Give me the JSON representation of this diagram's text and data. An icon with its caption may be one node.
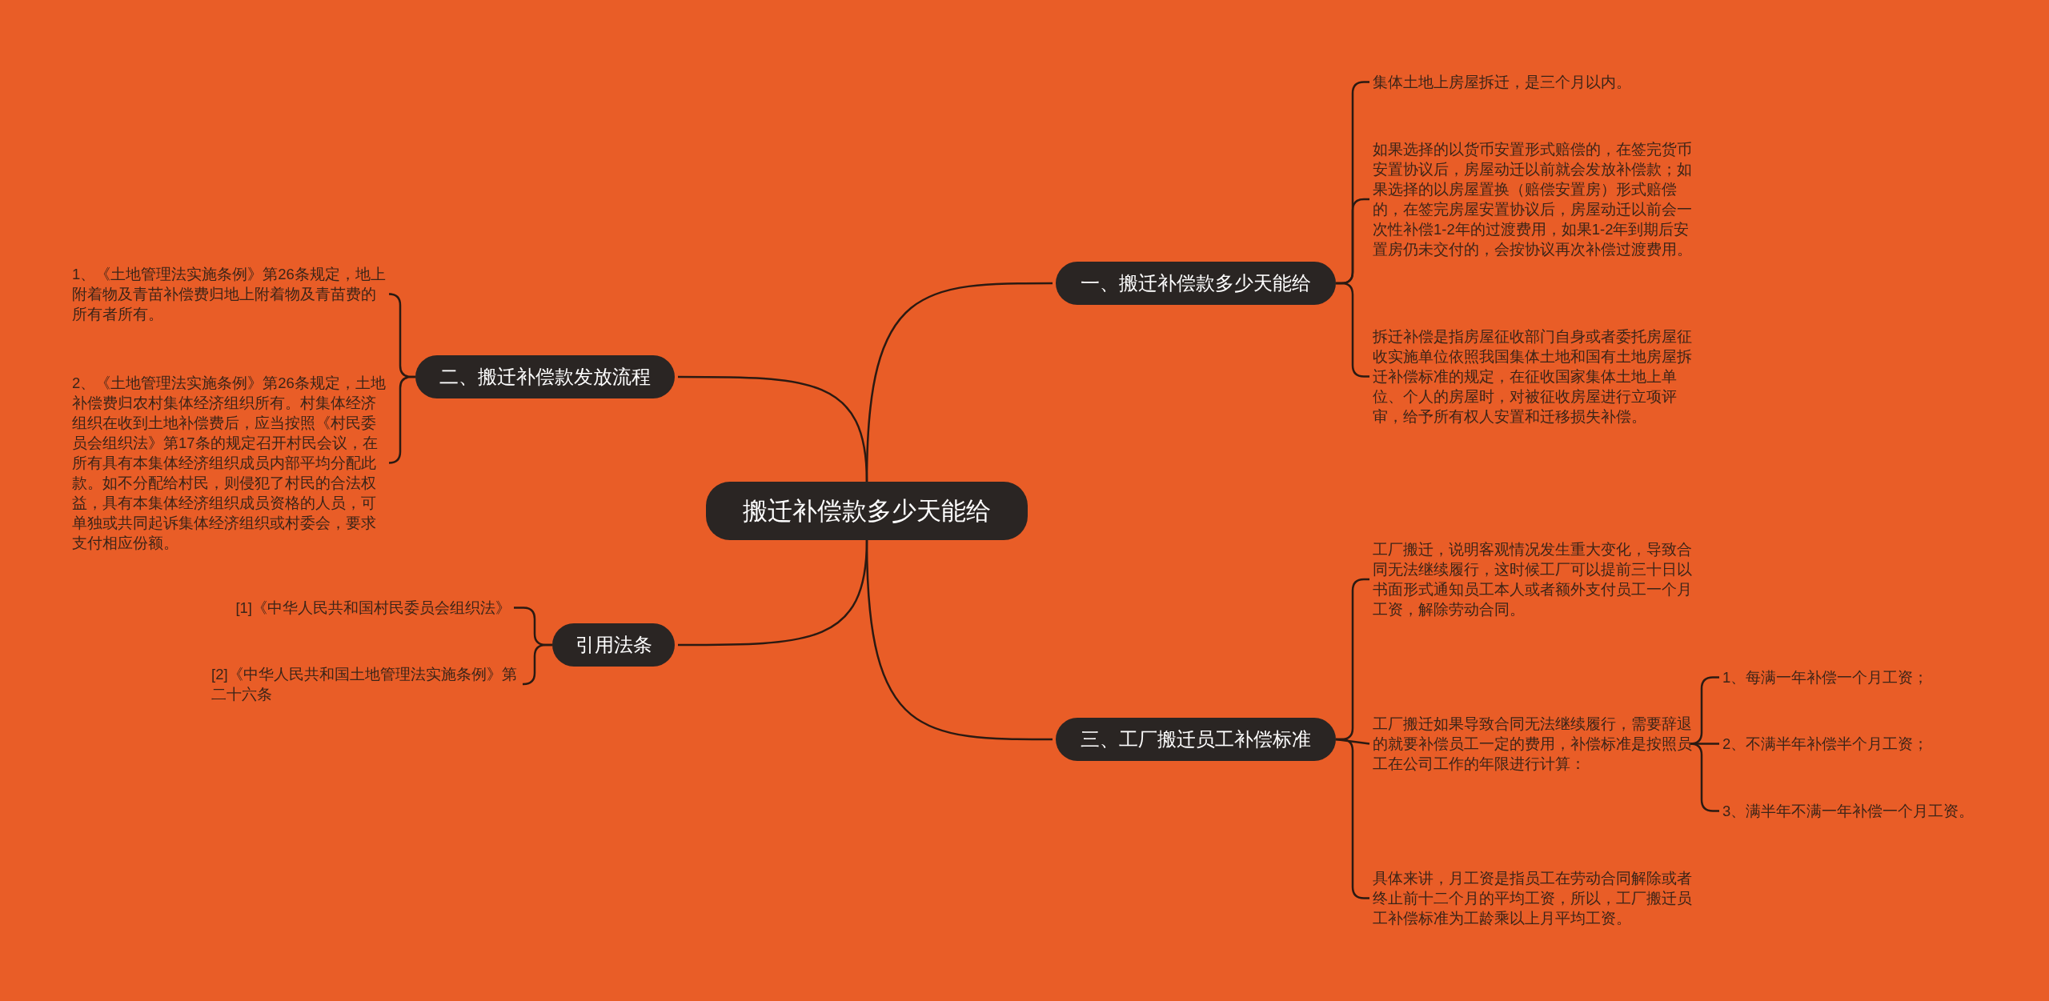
{
  "diagram": {
    "nodes": [
      {
        "text": [
          "搬迁补偿款多少天能给"
        ]
      },
      {
        "text": [
          "一、搬迁补偿款多少天能给"
        ]
      },
      {
        "text": [
          "集体土地上房屋拆迁，是三个月以内。"
        ]
      },
      {
        "text": [
          "如果选择的以货币安置形式赔偿的，在签完货币安置协议后，房屋动迁以前就会发放补偿款；如果选择的以房屋置换（赔偿安置房）形式赔偿的，在签完房屋安置协议后，房屋动迁以前会一次性补偿1-2年的过渡费用，如果1-2年到期后安置房仍未交付的，会按协议再次补偿过渡费用。"
        ]
      },
      {
        "text": [
          "拆迁补偿是指房屋征收部门自身或者委托房屋征收实施单位依照我国集体土地和国有土地房屋拆迁补偿标准的规定，在征收国家集体土地上单位、个人的房屋时，对被征收房屋进行立项评审，给予所有权人安置和迁移损失补偿。"
        ]
      },
      {
        "text": [
          "二、搬迁补偿款发放流程"
        ]
      },
      {
        "text": [
          "1、《土地管理法实施条例》第26条规定，地上附着物及青苗补偿费归地上附着物及青苗费的所有者所有。"
        ]
      },
      {
        "text": [
          "2、《土地管理法实施条例》第26条规定，土地补偿费归农村集体经济组织所有。村集体经济组织在收到土地补偿费后，应当按照《村民委员会组织法》第17条的规定召开村民会议，在所有具有本集体经济组织成员内部平均分配此款。如不分配给村民，则侵犯了村民的合法权益，具有本集体经济组织成员资格的人员，可单独或共同起诉集体经济组织或村委会，要求支付相应份额。"
        ]
      },
      {
        "text": [
          "三、工厂搬迁员工补偿标准"
        ]
      },
      {
        "text": [
          "工厂搬迁，说明客观情况发生重大变化，导致合同无法继续履行，这时候工厂可以提前三十日以书面形式通知员工本人或者额外支付员工一个月工资，解除劳动合同。"
        ]
      },
      {
        "text": [
          "工厂搬迁如果导致合同无法继续履行，需要辞退的就要补偿员工一定的费用，补偿标准是按照员工在公司工作的年限进行计算："
        ]
      },
      {
        "text": [
          "1、每满一年补偿一个月工资；"
        ]
      },
      {
        "text": [
          "2、不满半年补偿半个月工资；"
        ]
      },
      {
        "text": [
          "3、满半年不满一年补偿一个月工资。"
        ]
      },
      {
        "text": [
          "具体来讲，月工资是指员工在劳动合同解除或者终止前十二个月的平均工资，所以，工厂搬迁员工补偿标准为工龄乘以上月平均工资。"
        ]
      },
      {
        "text": [
          "引用法条"
        ]
      },
      {
        "text": [
          "[1]《中华人民共和国村民委员会组织法》"
        ]
      },
      {
        "text": [
          "[2]《中华人民共和国土地管理法实施条例》第二十六条"
        ]
      }
    ],
    "edges": [
      {
        "from": 0,
        "to": 1,
        "arrow": "none"
      },
      {
        "from": 1,
        "to": 2,
        "arrow": "none"
      },
      {
        "from": 1,
        "to": 3,
        "arrow": "none"
      },
      {
        "from": 1,
        "to": 4,
        "arrow": "none"
      },
      {
        "from": 0,
        "to": 5,
        "arrow": "none"
      },
      {
        "from": 5,
        "to": 6,
        "arrow": "none"
      },
      {
        "from": 5,
        "to": 7,
        "arrow": "none"
      },
      {
        "from": 0,
        "to": 8,
        "arrow": "none"
      },
      {
        "from": 8,
        "to": 9,
        "arrow": "none"
      },
      {
        "from": 8,
        "to": 10,
        "arrow": "none"
      },
      {
        "from": 10,
        "to": 11,
        "arrow": "none"
      },
      {
        "from": 10,
        "to": 12,
        "arrow": "none"
      },
      {
        "from": 10,
        "to": 13,
        "arrow": "none"
      },
      {
        "from": 8,
        "to": 14,
        "arrow": "none"
      },
      {
        "from": 0,
        "to": 15,
        "arrow": "none"
      },
      {
        "from": 15,
        "to": 16,
        "arrow": "none"
      },
      {
        "from": 15,
        "to": 17,
        "arrow": "none"
      }
    ]
  }
}
